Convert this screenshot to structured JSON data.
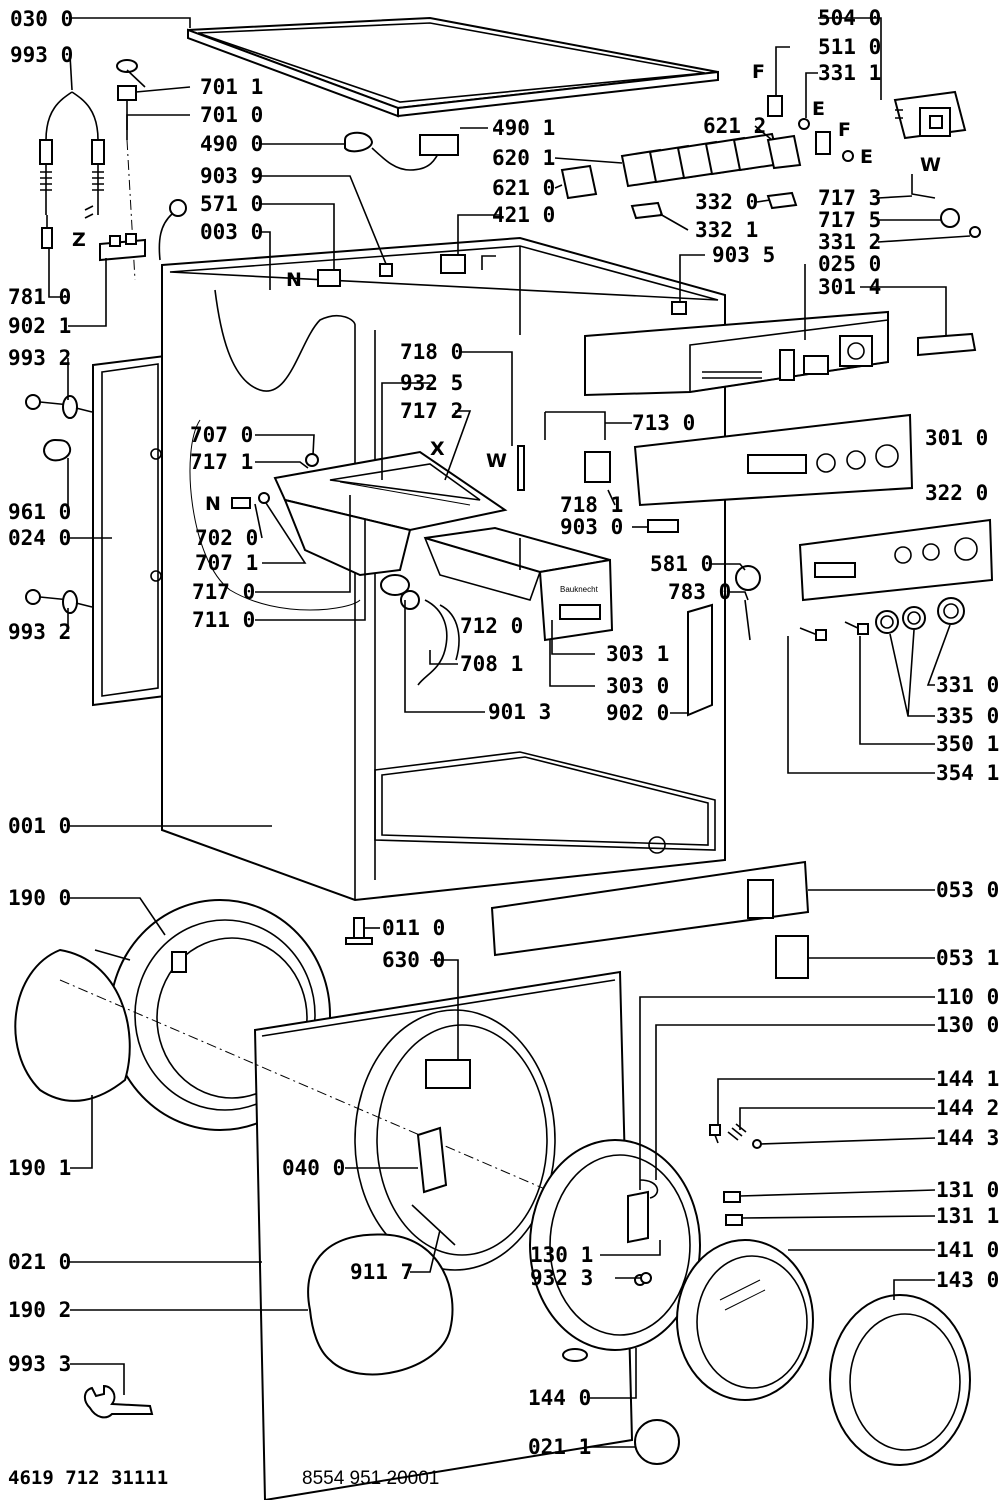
{
  "labels": {
    "l0300": "030 0",
    "l9930": "993 0",
    "l7011": "701 1",
    "l7010": "701 0",
    "l4900": "490 0",
    "l4901": "490 1",
    "l9039": "903 9",
    "l5710": "571 0",
    "l0030": "003 0",
    "l7810": "781 0",
    "l9021": "902 1",
    "l9932a": "993 2",
    "l9610": "961 0",
    "l0240": "024 0",
    "l9932b": "993 2",
    "l5040": "504 0",
    "l5110": "511 0",
    "l3311": "331 1",
    "l6212": "621 2",
    "l6201": "620 1",
    "l6210": "621 0",
    "l4210": "421 0",
    "l3320": "332 0",
    "l3321": "332 1",
    "l7173": "717 3",
    "l7175": "717 5",
    "l3312": "331 2",
    "l9035": "903 5",
    "l0250": "025 0",
    "l3014": "301 4",
    "l7180": "718 0",
    "l9325": "932 5",
    "l7172": "717 2",
    "l7070": "707 0",
    "l7171": "717 1",
    "l7020": "702 0",
    "l7071": "707 1",
    "l7170": "717 0",
    "l7110": "711 0",
    "l7130": "713 0",
    "l3010": "301 0",
    "l7181": "718 1",
    "l9030": "903 0",
    "l3220": "322 0",
    "l5810": "581 0",
    "l7830": "783 0",
    "l7120": "712 0",
    "l3031": "303 1",
    "l7081": "708 1",
    "l3030": "303 0",
    "l9013": "901 3",
    "l9020": "902 0",
    "l3310": "331 0",
    "l3350": "335 0",
    "l3501": "350 1",
    "l3541": "354 1",
    "l0010": "001 0",
    "l1900": "190 0",
    "l0110": "011 0",
    "l6300": "630 0",
    "l0530": "053 0",
    "l0531": "053 1",
    "l1100": "110 0",
    "l1300": "130 0",
    "l1441": "144 1",
    "l1442": "144 2",
    "l1443": "144 3",
    "l1901": "190 1",
    "l0400": "040 0",
    "l1310": "131 0",
    "l1311": "131 1",
    "l1301": "130 1",
    "l1410": "141 0",
    "l9117": "911 7",
    "l9323": "932 3",
    "l1430": "143 0",
    "l0210": "021 0",
    "l1902": "190 2",
    "l9933": "993 3",
    "l1440": "144 0",
    "l0211": "021 1"
  },
  "letters": {
    "f1": "F",
    "f2": "F",
    "e1": "E",
    "e2": "E",
    "w1": "W",
    "w2": "W",
    "n1": "N",
    "n2": "N",
    "x": "X",
    "z": "Z"
  },
  "brand_text": "Bauknecht",
  "footer": {
    "left": "4619 712 31111",
    "right": "8554 951 20001"
  }
}
